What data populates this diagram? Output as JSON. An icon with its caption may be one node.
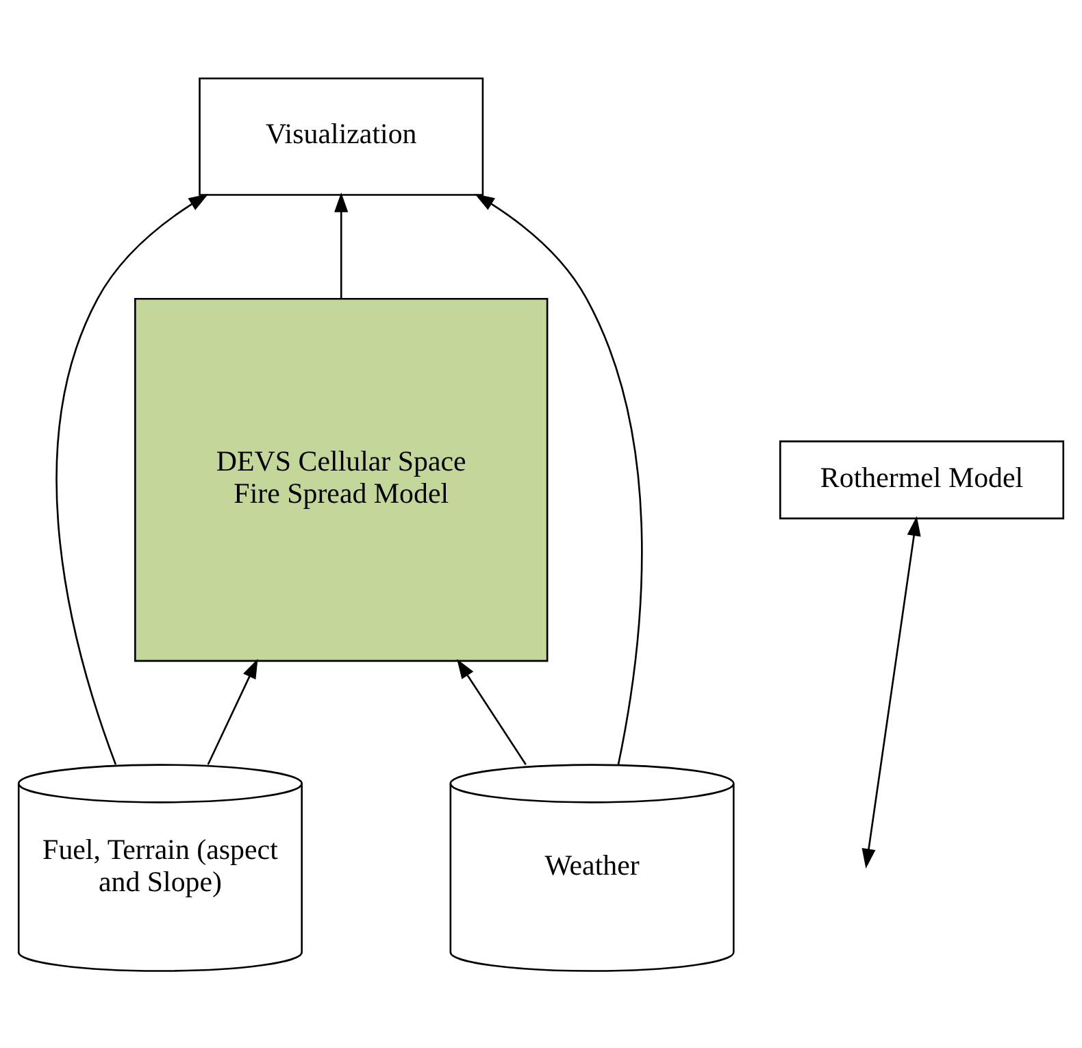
{
  "diagram": {
    "nodes": [
      {
        "text": [
          "Visualization"
        ]
      },
      {
        "text": [
          "DEVS Cellular Space Fire Spread Model"
        ]
      },
      {
        "text": [
          "Rothermel Model"
        ]
      },
      {
        "text": [
          "Fuel, Terrain (aspect and Slope)"
        ]
      },
      {
        "text": [
          "Weather"
        ]
      }
    ],
    "edges": [
      {
        "from": 1,
        "to": 0,
        "arrow": "to"
      },
      {
        "from": 3,
        "to": 1,
        "arrow": "to"
      },
      {
        "from": 4,
        "to": 1,
        "arrow": "to"
      },
      {
        "from": 3,
        "to": 0,
        "arrow": "to"
      },
      {
        "from": 4,
        "to": 0,
        "arrow": "to"
      },
      {
        "from": null,
        "to": 2,
        "arrow": "both"
      }
    ]
  }
}
